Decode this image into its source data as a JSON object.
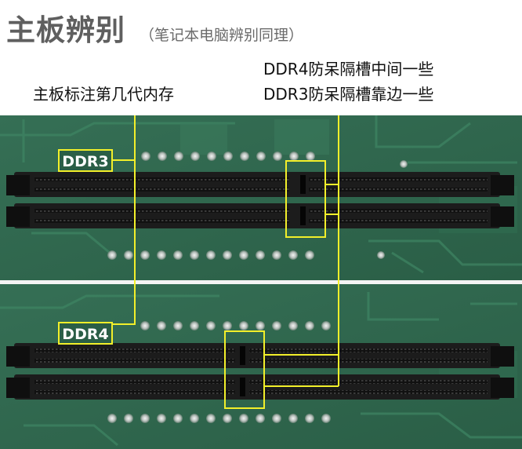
{
  "header": {
    "title": "主板辨别",
    "subtitle": "（笔记本电脑辨别同理）"
  },
  "captions": {
    "left": "主板标注第几代内存",
    "right_line1": "DDR4防呆隔槽中间一些",
    "right_line2": "DDR3防呆隔槽靠边一些"
  },
  "labels": {
    "ddr3": "DDR3",
    "ddr4": "DDR4"
  },
  "colors": {
    "pcb": "#2f6a4f",
    "slot": "#1c1c1c",
    "highlight": "#f2ef2a"
  }
}
